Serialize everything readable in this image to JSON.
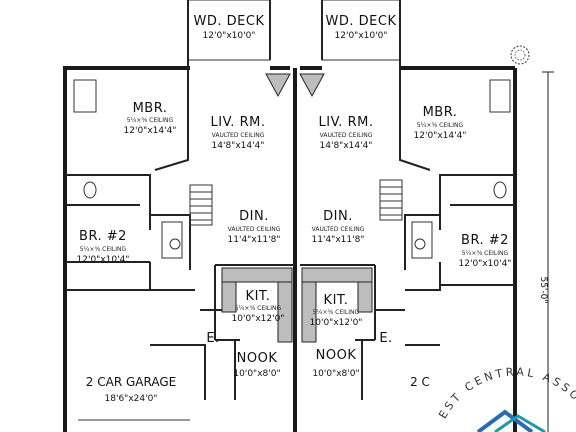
{
  "rooms": {
    "wd_deck_left": {
      "name": "WD. DECK",
      "dim": "12'0\"x10'0\""
    },
    "wd_deck_right": {
      "name": "WD. DECK",
      "dim": "12'0\"x10'0\""
    },
    "mbr_left": {
      "name": "MBR.",
      "ceiling": "5¼×⅜ CEILING",
      "dim": "12'0\"x14'4\""
    },
    "mbr_right": {
      "name": "MBR.",
      "ceiling": "5¼×⅜ CEILING",
      "dim": "12'0\"x14'4\""
    },
    "liv_left": {
      "name": "LIV. RM.",
      "ceiling": "VAULTED CEILING",
      "dim": "14'8\"x14'4\""
    },
    "liv_right": {
      "name": "LIV. RM.",
      "ceiling": "VAULTED CEILING",
      "dim": "14'8\"x14'4\""
    },
    "din_left": {
      "name": "DIN.",
      "ceiling": "VAULTED CEILING",
      "dim": "11'4\"x11'8\""
    },
    "din_right": {
      "name": "DIN.",
      "ceiling": "VAULTED CEILING",
      "dim": "11'4\"x11'8\""
    },
    "br2_left": {
      "name": "BR. #2",
      "ceiling": "5¼×⅜ CEILING",
      "dim": "12'0\"x10'4\""
    },
    "br2_right": {
      "name": "BR. #2",
      "ceiling": "5¼×⅜ CEILING",
      "dim": "12'0\"x10'4\""
    },
    "kit_left": {
      "name": "KIT.",
      "ceiling": "5¼×⅜ CEILING",
      "dim": "10'0\"x12'0\""
    },
    "kit_right": {
      "name": "KIT.",
      "ceiling": "5¼×⅜ CEILING",
      "dim": "10'0\"x12'0\""
    },
    "nook_left": {
      "name": "NOOK",
      "dim": "10'0\"x8'0\""
    },
    "nook_right": {
      "name": "NOOK",
      "dim": "10'0\"x8'0\""
    },
    "entry_left": {
      "name": "E."
    },
    "entry_right": {
      "name": "E."
    },
    "garage_left": {
      "name": "2 CAR GARAGE",
      "dim": "18'6\"x24'0\""
    },
    "garage_right": {
      "name": "2 C"
    }
  },
  "overall_dim": "55'-0\"",
  "stamp": {
    "text": "EST CENTRAL ASSOC",
    "logo_colors": [
      "#2b6cb0",
      "#1f9aa8"
    ]
  }
}
